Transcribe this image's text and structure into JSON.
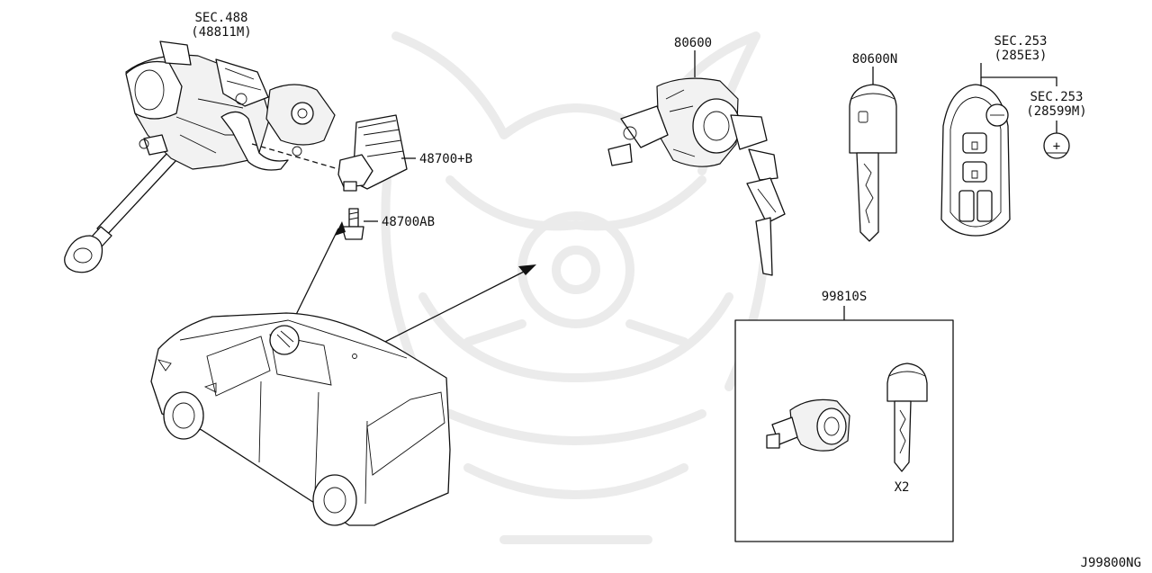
{
  "diagram": {
    "labels": {
      "sec488": "SEC.488",
      "sec488_sub": "(48811M)",
      "p48700b": "48700+B",
      "p48700ab": "48700AB",
      "p80600": "80600",
      "p80600n": "80600N",
      "sec253_a": "SEC.253",
      "sec253_a_sub": "(285E3)",
      "sec253_b": "SEC.253",
      "sec253_b_sub": "(28599M)",
      "p99810s": "99810S",
      "x2": "X2",
      "code": "J99800NG"
    },
    "battery_symbol": "+"
  }
}
